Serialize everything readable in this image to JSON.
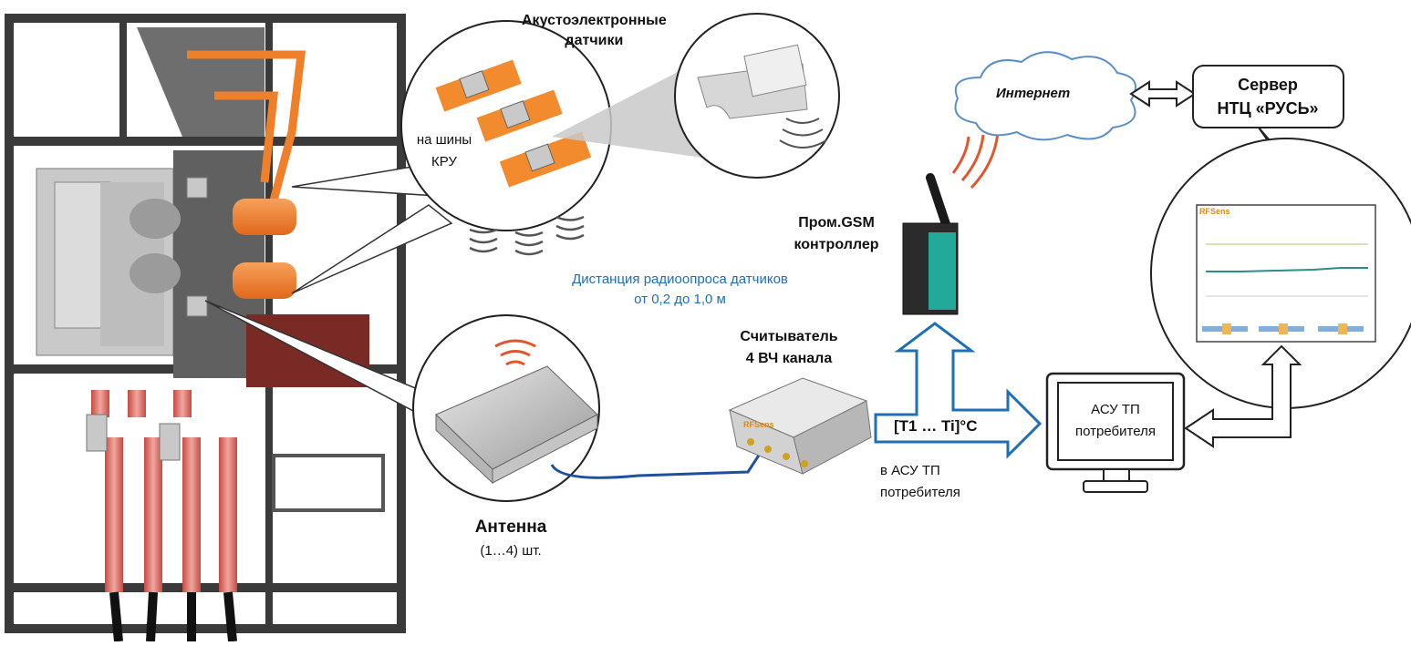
{
  "labels": {
    "acoustic_sensors_line1": "Акустоэлектронные",
    "acoustic_sensors_line2": "датчики",
    "busbar_line1": "на шины",
    "busbar_line2": "КРУ",
    "internet": "Интернет",
    "server_line1": "Сервер",
    "server_line2": "НТЦ «РУСЬ»",
    "gsm_line1": "Пром.GSM",
    "gsm_line2": "контроллер",
    "distance_line1": "Дистанция радиоопроса датчиков",
    "distance_line2": "от 0,2 до 1,0 м",
    "reader_line1": "Считыватель",
    "reader_line2": "4 ВЧ канала",
    "temp_range": "[T1 … Ti]°C",
    "to_acs_line1": "в АСУ ТП",
    "to_acs_line2": "потребителя",
    "acs_line1": "АСУ ТП",
    "acs_line2": "потребителя",
    "antenna": "Антенна",
    "antenna_count": "(1…4) шт.",
    "brand": "RFSens"
  },
  "colors": {
    "arrow_blue": "#1f6fb5",
    "busbar_orange": "#f07f2a",
    "sensor_orange": "#f28a2e",
    "frame_dark": "#3a3a3a",
    "signal_red": "#e2562b",
    "screen_plot": "#2e8b8b",
    "gsm_teal": "#23a99a"
  },
  "icons": {
    "cloud": "cloud-icon",
    "server": "server-icon",
    "router": "gsm-router-icon",
    "reader": "rf-reader-icon",
    "antenna": "antenna-icon",
    "monitor": "monitor-icon"
  }
}
